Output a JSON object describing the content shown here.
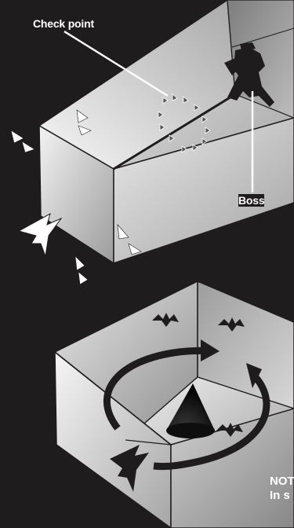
{
  "labels": {
    "checkpoint": "Check point",
    "boss": "Boss"
  },
  "note": {
    "line1": "NOT",
    "line2": "In s"
  },
  "colors": {
    "background": "#1f1c1d",
    "annotation": "#ffffff",
    "arrow": "#1f1c1d"
  },
  "icons": {
    "player": "player-ship-icon",
    "enemy": "bat-enemy-icon",
    "boss": "robot-boss-icon",
    "center": "cone-icon"
  }
}
